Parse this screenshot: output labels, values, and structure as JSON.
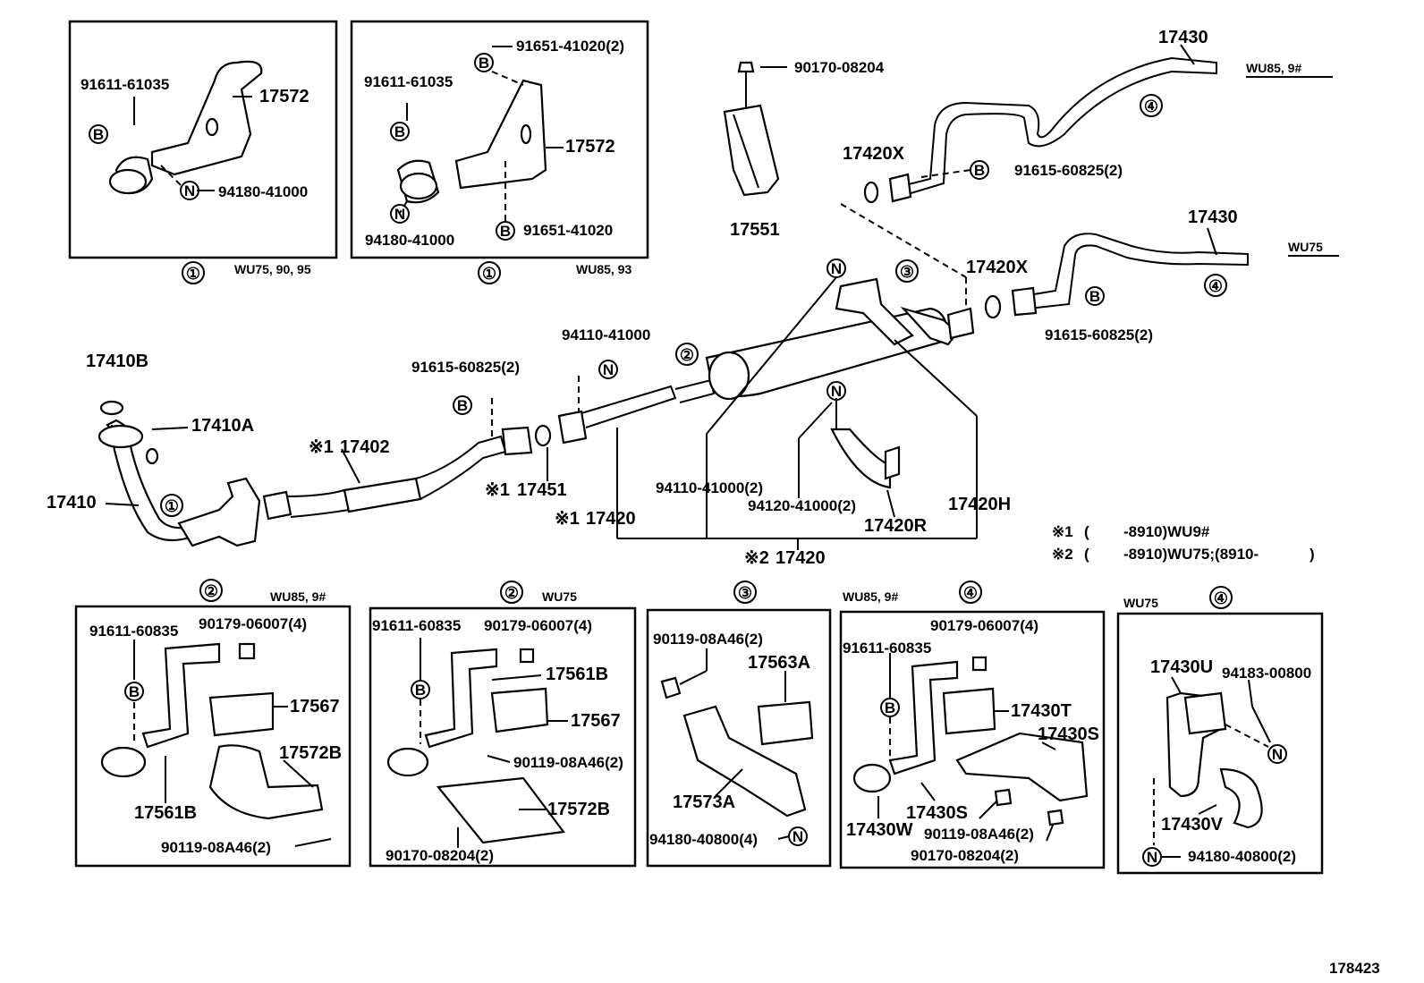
{
  "diagram_id": "178423",
  "colors": {
    "ink": "#000000",
    "paper": "#ffffff"
  },
  "symbols": {
    "b": "B",
    "n": "N",
    "c1": "①",
    "c2": "②",
    "c3": "③",
    "c4": "④"
  },
  "notes": {
    "r1": {
      "mark": "※1",
      "paren": "(",
      "text": "-8910)WU9#"
    },
    "r2": {
      "mark": "※2",
      "paren": "(",
      "text": "-8910)WU75;(8910-",
      "close": ")"
    }
  },
  "inset1a": {
    "pn_bolt": "91611-61035",
    "pn_bracket": "17572",
    "pn_nut": "94180-41000",
    "models": "WU75, 90, 95"
  },
  "inset1b": {
    "pn_bolt_top": "91651-41020(2)",
    "pn_bolt": "91611-61035",
    "pn_bracket": "17572",
    "pn_nut": "94180-41000",
    "pn_bolt_bot": "91651-41020",
    "models": "WU85, 93"
  },
  "top": {
    "pn_nut": "90170-08204",
    "pn_hanger": "17551"
  },
  "tail1": {
    "pn_pipe": "17430",
    "models": "WU85, 9#",
    "pn_gasket": "17420X",
    "pn_bolt": "91615-60825(2)"
  },
  "tail2": {
    "pn_pipe": "17430",
    "models": "WU75",
    "pn_gasket": "17420X",
    "pn_bolt": "91615-60825(2)"
  },
  "main": {
    "pn_gasket_b": "17410B",
    "pn_stud": "17410A",
    "pn_front": "17410",
    "pn_center_mark": "※1",
    "pn_center": "17402",
    "pn_bolt_upper": "91615-60825(2)",
    "pn_nut_upper": "94110-41000",
    "pn_gasket": "17451",
    "pn_gasket_mark": "※1",
    "pn_pipe_mark": "※1",
    "pn_pipe": "17420",
    "pn_nut2": "94110-41000(2)",
    "pn_nut3": "94120-41000(2)",
    "pn_hanger_r": "17420R",
    "pn_muffler_h": "17420H",
    "pn_asm_mark": "※2",
    "pn_asm": "17420"
  },
  "inset2a": {
    "models": "WU85, 9#",
    "pn_bolt": "91611-60835",
    "pn_nut": "90179-06007(4)",
    "pn_insulator": "17567",
    "pn_bracket_b": "17572B",
    "pn_bracket": "17561B",
    "pn_bolt2": "90119-08A46(2)"
  },
  "inset2b": {
    "models": "WU75",
    "pn_bolt": "91611-60835",
    "pn_nut": "90179-06007(4)",
    "pn_bracket": "17561B",
    "pn_insulator": "17567",
    "pn_bolt2": "90119-08A46(2)",
    "pn_bracket_b": "17572B",
    "pn_nut2": "90170-08204(2)"
  },
  "inset3": {
    "pn_bolt": "90119-08A46(2)",
    "pn_insulator": "17563A",
    "pn_bracket": "17573A",
    "pn_nut": "94180-40800(4)"
  },
  "inset4a": {
    "models": "WU85, 9#",
    "pn_bolt": "91611-60835",
    "pn_nut": "90179-06007(4)",
    "pn_insulator": "17430T",
    "pn_bracket_s": "17430S",
    "pn_bracket_s2": "17430S",
    "pn_clamp": "17430W",
    "pn_bolt2": "90119-08A46(2)",
    "pn_nut2": "90170-08204(2)"
  },
  "inset4b": {
    "models": "WU75",
    "pn_clamp_u": "17430U",
    "pn_nut": "94183-00800",
    "pn_bolt": "17430V",
    "pn_nut2": "94180-40800(2)"
  }
}
